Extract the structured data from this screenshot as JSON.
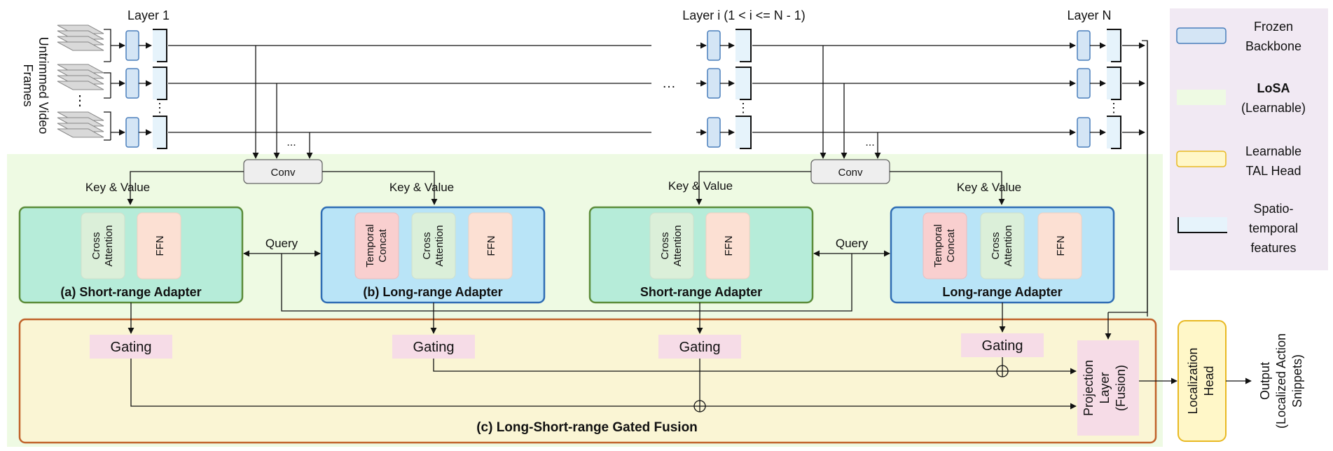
{
  "layers": {
    "first": "Layer 1",
    "middle": "Layer i (1 < i <= N - 1)",
    "last": "Layer N"
  },
  "input": {
    "line1": "Untrimmed Video",
    "line2": "Frames"
  },
  "ellipsis": {
    "horizontal": "…",
    "vertical": "⋮",
    "dots": "..."
  },
  "conv_label": "Conv",
  "key_value_label": "Key & Value",
  "query_label": "Query",
  "modules": {
    "cross_attention_1": "Cross",
    "cross_attention_2": "Attention",
    "ffn": "FFN",
    "temporal_concat_1": "Temporal",
    "temporal_concat_2": "Concat"
  },
  "adapters": {
    "short_a": "(a) Short-range Adapter",
    "long_b": "(b) Long-range Adapter",
    "short": "Short-range Adapter",
    "long": "Long-range Adapter"
  },
  "gating_label": "Gating",
  "fusion": {
    "title": "(c) Long-Short-range Gated Fusion",
    "projection_1": "Projection",
    "projection_2": "Layer",
    "projection_3": "(Fusion)"
  },
  "localization": {
    "line1": "Localization",
    "line2": "Head"
  },
  "output": {
    "line1": "Output",
    "line2": "(Localized Action",
    "line3": "Snippets)"
  },
  "legend": {
    "frozen_1": "Frozen",
    "frozen_2": "Backbone",
    "losa_1": "LoSA",
    "losa_2": "(Learnable)",
    "tal_1": "Learnable",
    "tal_2": "TAL Head",
    "stf_1": "Spatio-",
    "stf_2": "temporal",
    "stf_3": "features"
  },
  "colors": {
    "backbone_fill": "#d4e5f5",
    "backbone_stroke": "#4a7ebb",
    "losa_bg": "#eefae3",
    "short_adapter_fill": "#b6ecd9",
    "short_adapter_stroke": "#5b8c3a",
    "long_adapter_fill": "#b9e4f7",
    "long_adapter_stroke": "#2f6db4",
    "cross_attention_fill": "#dbefd9",
    "ffn_fill": "#fce0d3",
    "temporal_concat_fill": "#f9cfcf",
    "gating_fill": "#f6dce7",
    "fusion_fill": "#faf5d4",
    "fusion_stroke": "#c0622a",
    "tal_fill": "#fff7c8",
    "tal_stroke": "#e8b923",
    "legend_bg": "#f1e9f3",
    "feature_fill": "#e6f3fb"
  }
}
